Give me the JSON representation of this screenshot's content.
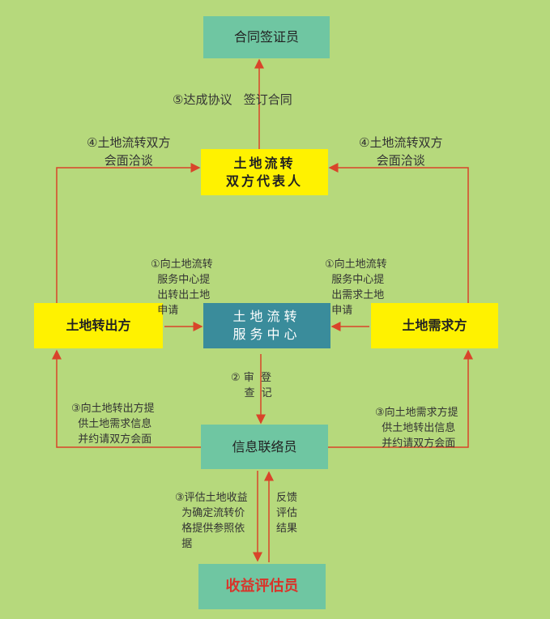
{
  "nodes": {
    "contract_clerk": "合同签证员",
    "representatives": "土地流转\n双方代表人",
    "land_out": "土地转出方",
    "service_center": "土地流转\n服务中心",
    "land_demand": "土地需求方",
    "liaison": "信息联络员",
    "assessor": "收益评估员"
  },
  "labels": {
    "step5": "⑤达成协议   签订合同",
    "step4_left": "④土地流转双方\n会面洽谈",
    "step4_right": "④土地流转双方\n会面洽谈",
    "step1_left": "①向土地流转\n  服务中心提\n  出转出土地\n  申请",
    "step1_right": "①向土地流转\n  服务中心提\n  出需求土地\n  申请",
    "step2": "② 审  登\n    查  记",
    "step3_left": "③向土地转出方提\n  供土地需求信息\n  并约请双方会面",
    "step3_right": "③向土地需求方提\n  供土地转出信息\n  并约请双方会面",
    "step3_assess": "③评估土地收益\n  为确定流转价\n  格提供参照依\n  据",
    "feedback": "反馈\n评估\n结果"
  },
  "colors": {
    "arrow": "#d9442a",
    "background": "#b6d97c",
    "yellow": "#fff200",
    "teal": "#6fc6a2",
    "blue": "#3a8c9b",
    "assessor_text": "#d9342a"
  }
}
